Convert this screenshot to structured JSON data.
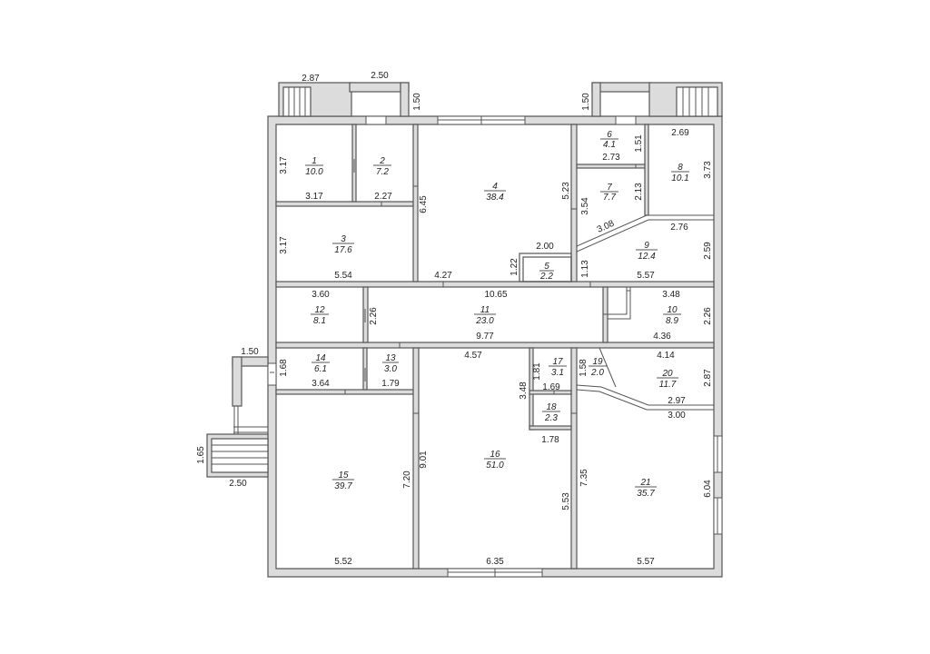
{
  "rooms": [
    {
      "id": "1",
      "area": "10.0"
    },
    {
      "id": "2",
      "area": "7.2"
    },
    {
      "id": "3",
      "area": "17.6"
    },
    {
      "id": "4",
      "area": "38.4"
    },
    {
      "id": "5",
      "area": "2.2"
    },
    {
      "id": "6",
      "area": "4.1"
    },
    {
      "id": "7",
      "area": "7.7"
    },
    {
      "id": "8",
      "area": "10.1"
    },
    {
      "id": "9",
      "area": "12.4"
    },
    {
      "id": "10",
      "area": "8.9"
    },
    {
      "id": "11",
      "area": "23.0"
    },
    {
      "id": "12",
      "area": "8.1"
    },
    {
      "id": "13",
      "area": "3.0"
    },
    {
      "id": "14",
      "area": "6.1"
    },
    {
      "id": "15",
      "area": "39.7"
    },
    {
      "id": "16",
      "area": "51.0"
    },
    {
      "id": "17",
      "area": "3.1"
    },
    {
      "id": "18",
      "area": "2.3"
    },
    {
      "id": "19",
      "area": "2.0"
    },
    {
      "id": "20",
      "area": "11.7"
    },
    {
      "id": "21",
      "area": "35.7"
    }
  ],
  "dimensions": {
    "porch_top_left_w": "2.87",
    "porch_top_left_step": "2.50",
    "porch_top_left_h": "1.50",
    "porch_top_right_h": "1.50",
    "r1_h": "3.17",
    "r1_w": "3.17",
    "r2_w": "2.27",
    "r3_h": "3.17",
    "r3_w": "5.54",
    "r4_h": "6.45",
    "r4_w": "4.27",
    "r4_right": "5.23",
    "r5_w": "2.00",
    "r5_h": "1.22",
    "r6_h": "1.51",
    "r6_w": "2.73",
    "r7_h": "3.54",
    "r7_h2": "2.13",
    "r8_w": "2.69",
    "r8_h": "3.73",
    "r9_diag": "3.08",
    "r9_w": "2.76",
    "r9_h": "2.59",
    "r9_left": "1.13",
    "r9_bottom": "5.57",
    "r12_w": "3.60",
    "r11_w": "10.65",
    "r10_w": "3.48",
    "r12_h": "2.26",
    "r10_h": "2.26",
    "r11_bottom": "9.77",
    "r10_bottom": "4.36",
    "r14_bottom": "3.64",
    "r13_bottom": "1.79",
    "r14_h": "1.68",
    "r16_top": "4.57",
    "r17_h": "1.81",
    "r19_h": "1.58",
    "r20_top": "4.14",
    "r20_h": "2.87",
    "r17_w": "1.69",
    "r16_side": "3.48",
    "r20_mid": "2.97",
    "r20_bottom": "3.00",
    "r18_w": "1.78",
    "r15_h": "7.20",
    "r16_h": "9.01",
    "r21_left": "7.35",
    "r16_right": "5.53",
    "r21_h": "6.04",
    "r15_w": "5.52",
    "r16_w": "6.35",
    "r21_w": "5.57",
    "porch_left_w": "1.50",
    "porch_left_h": "1.65",
    "porch_left_step": "2.50"
  }
}
